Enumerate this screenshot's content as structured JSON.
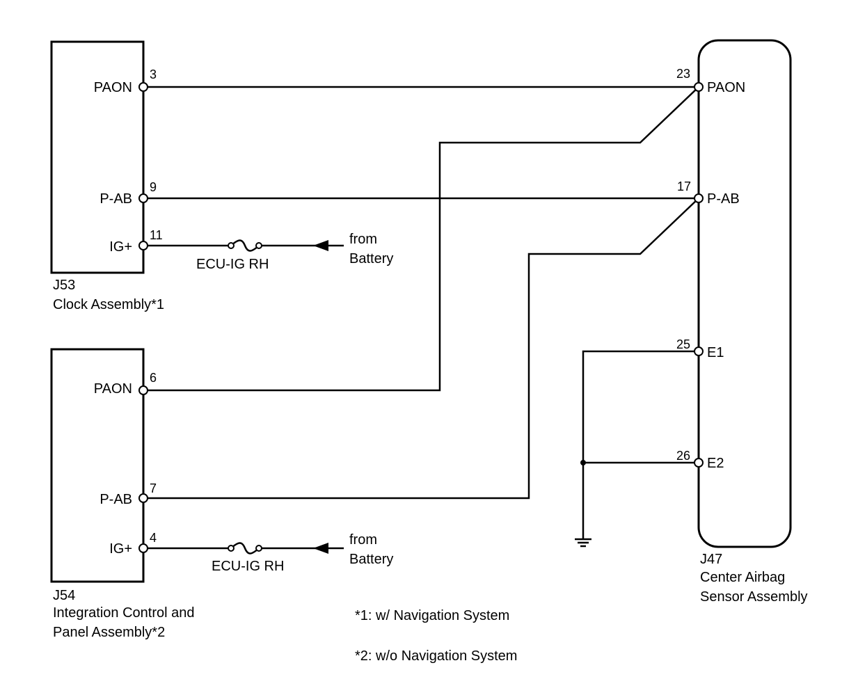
{
  "j53": {
    "code": "J53",
    "name": "Clock Assembly*1",
    "pins": [
      {
        "label": "PAON",
        "num": "3"
      },
      {
        "label": "P-AB",
        "num": "9"
      },
      {
        "label": "IG+",
        "num": "11"
      }
    ],
    "fuse": "ECU-IG RH",
    "source_line1": "from",
    "source_line2": "Battery"
  },
  "j54": {
    "code": "J54",
    "name_line1": "Integration Control and",
    "name_line2": "Panel Assembly*2",
    "pins": [
      {
        "label": "PAON",
        "num": "6"
      },
      {
        "label": "P-AB",
        "num": "7"
      },
      {
        "label": "IG+",
        "num": "4"
      }
    ],
    "fuse": "ECU-IG RH",
    "source_line1": "from",
    "source_line2": "Battery"
  },
  "j47": {
    "code": "J47",
    "name_line1": "Center Airbag",
    "name_line2": "Sensor Assembly",
    "pins": [
      {
        "label": "PAON",
        "num": "23"
      },
      {
        "label": "P-AB",
        "num": "17"
      },
      {
        "label": "E1",
        "num": "25"
      },
      {
        "label": "E2",
        "num": "26"
      }
    ]
  },
  "notes": [
    "*1: w/ Navigation System",
    "*2: w/o Navigation System"
  ]
}
